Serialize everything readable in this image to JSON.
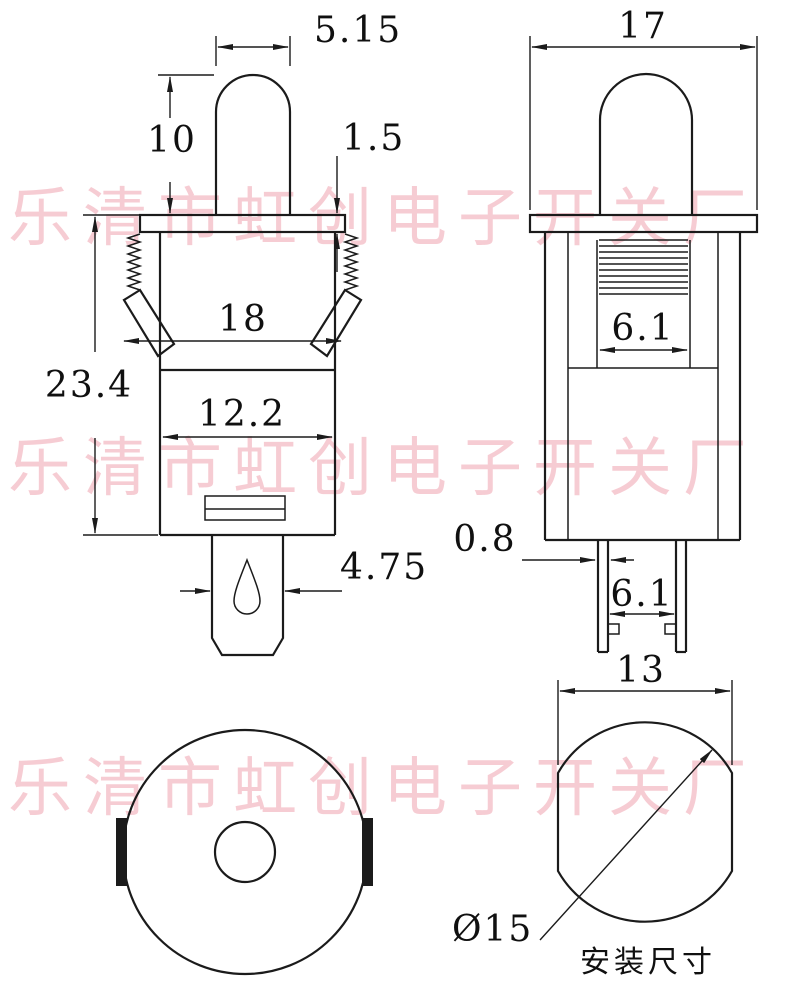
{
  "watermark": {
    "text": "乐清市虹创电子开关厂",
    "color": "#f0a4b0"
  },
  "front_view": {
    "dim_button_width": "5.15",
    "dim_button_height": "10",
    "dim_flange_thickness": "1.5",
    "dim_snap_span": "18",
    "dim_total_height": "23.4",
    "dim_body_width": "12.2",
    "dim_stem_width": "4.75"
  },
  "side_view": {
    "dim_flange_width": "17",
    "dim_shaft_width": "6.1",
    "dim_pin_thickness": "0.8",
    "dim_pin_spacing": "6.1"
  },
  "mounting_view": {
    "dim_flat_width": "13",
    "dim_hole_diameter": "Ø15",
    "caption": "安装尺寸"
  }
}
